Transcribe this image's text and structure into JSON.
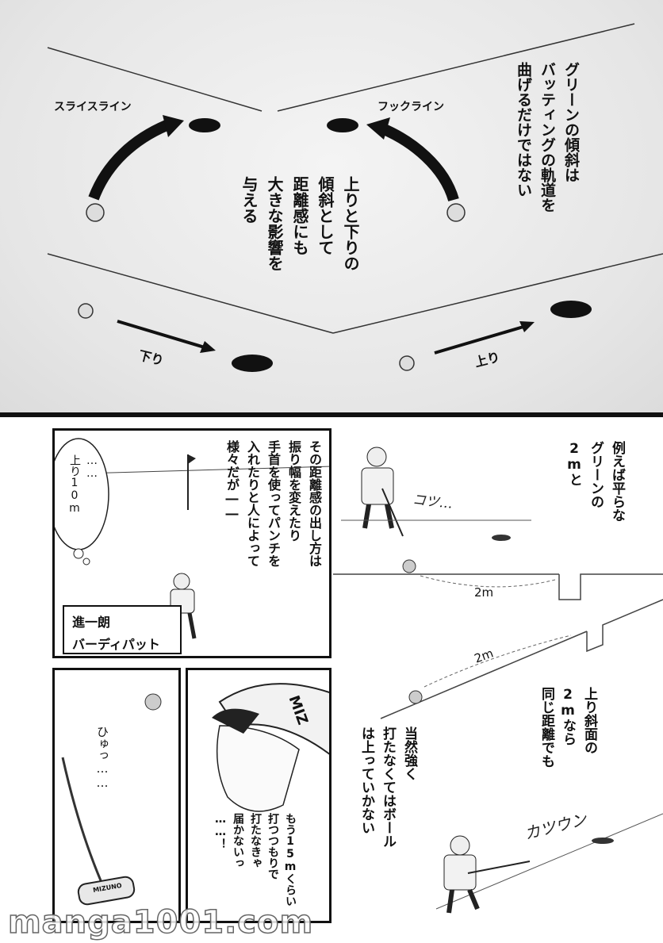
{
  "top_panel": {
    "intro_text": "グリーンの傾斜は\nバッティングの軌道を\n曲げるだけではない",
    "slice_label": "スライスライン",
    "hook_label": "フックライン",
    "center_text": "上りと下りの\n傾斜として\n距離感にも\n大きな影響を\n与える",
    "down_label": "下り",
    "up_label": "上り"
  },
  "right_column": {
    "example_text": "例えば平らな\nグリーンの\n2mと",
    "sfx_roll": "コツ…",
    "flat_distance": "2m",
    "slope_distance": "2m",
    "uphill_text": "上り斜面の\n2mなら\n同じ距離でも",
    "strong_hit_text": "当然強く\n打たなくてはボール\nは上っていかない",
    "sfx_hit": "カツウン"
  },
  "left_upper_panel": {
    "narration": "その距離感の出し方は\n振り幅を変えたり\n手首を使ってパンチを\n入れたりと人によって\n様々だが――",
    "thought_bubble": "……\n上り10m",
    "caption_line1": "進一朗",
    "caption_line2": "バーディパット"
  },
  "left_lower_panels": {
    "sfx_swing": "ひゅっ……",
    "putter_brand": "MIZUNO",
    "cap_logo": "MIZ",
    "monologue": "もう15mくらい\n打つつもりで\n打たなきゃ\n届かないっ\n……！"
  },
  "watermark": "manga1001.com"
}
